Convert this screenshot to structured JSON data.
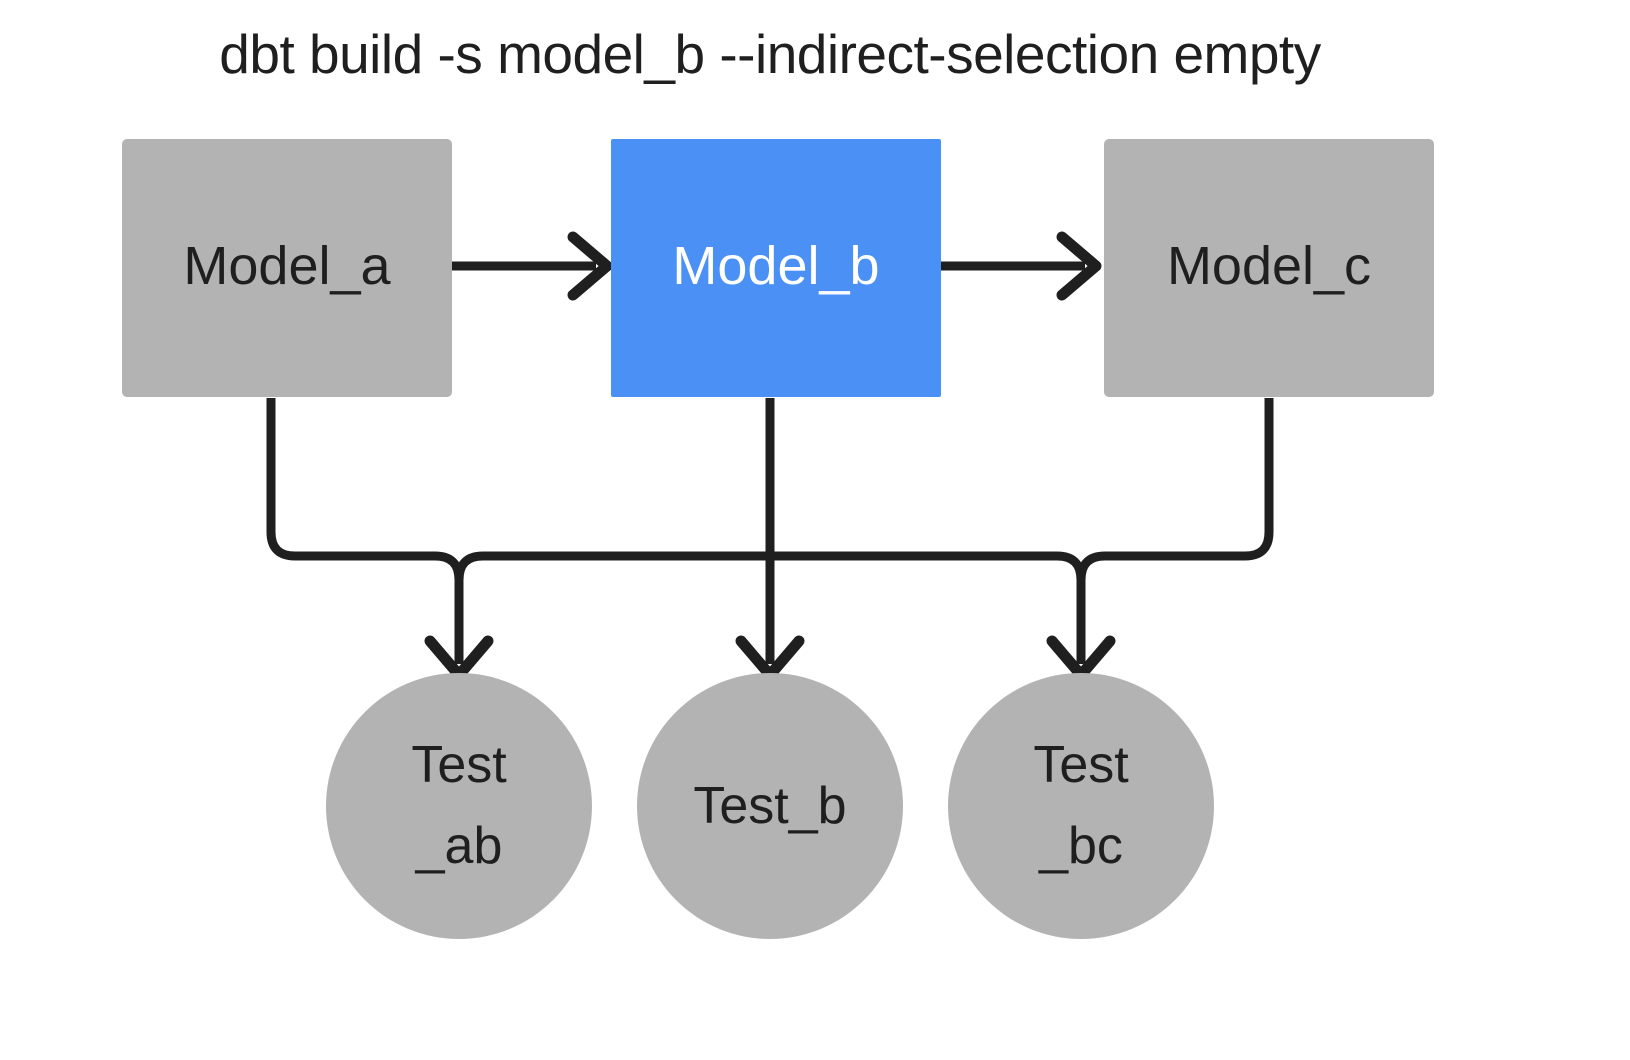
{
  "diagram": {
    "title": "dbt build -s model_b --indirect-selection empty",
    "background_color": "#ffffff",
    "colors": {
      "node_gray": "#b3b3b3",
      "node_selected_blue": "#4a90f5",
      "edge_stroke": "#1f1f1f",
      "label_dark": "#1f1f1f",
      "label_light": "#ffffff"
    },
    "models": [
      {
        "id": "model_a",
        "label": "Model_a",
        "shape": "rectangle",
        "fill": "#b3b3b3",
        "text_color": "#1f1f1f",
        "selected": false
      },
      {
        "id": "model_b",
        "label": "Model_b",
        "shape": "rectangle",
        "fill": "#4a90f5",
        "text_color": "#ffffff",
        "selected": true
      },
      {
        "id": "model_c",
        "label": "Model_c",
        "shape": "rectangle",
        "fill": "#b3b3b3",
        "text_color": "#1f1f1f",
        "selected": false
      }
    ],
    "tests": [
      {
        "id": "test_ab",
        "label": "Test\n_ab",
        "shape": "circle",
        "fill": "#b3b3b3",
        "text_color": "#1f1f1f",
        "selected": false
      },
      {
        "id": "test_b",
        "label": "Test_b",
        "shape": "circle",
        "fill": "#b3b3b3",
        "text_color": "#1f1f1f",
        "selected": false
      },
      {
        "id": "test_bc",
        "label": "Test\n_bc",
        "shape": "circle",
        "fill": "#b3b3b3",
        "text_color": "#1f1f1f",
        "selected": false
      }
    ],
    "edges": [
      {
        "from": "model_a",
        "to": "model_b",
        "style": "straight-arrow"
      },
      {
        "from": "model_b",
        "to": "model_c",
        "style": "straight-arrow"
      },
      {
        "from": "model_a",
        "to": "test_ab",
        "style": "elbow-arrow"
      },
      {
        "from": "model_b",
        "to": "test_ab",
        "style": "elbow-arrow"
      },
      {
        "from": "model_b",
        "to": "test_b",
        "style": "straight-arrow"
      },
      {
        "from": "model_b",
        "to": "test_bc",
        "style": "elbow-arrow"
      },
      {
        "from": "model_c",
        "to": "test_bc",
        "style": "elbow-arrow"
      }
    ]
  }
}
